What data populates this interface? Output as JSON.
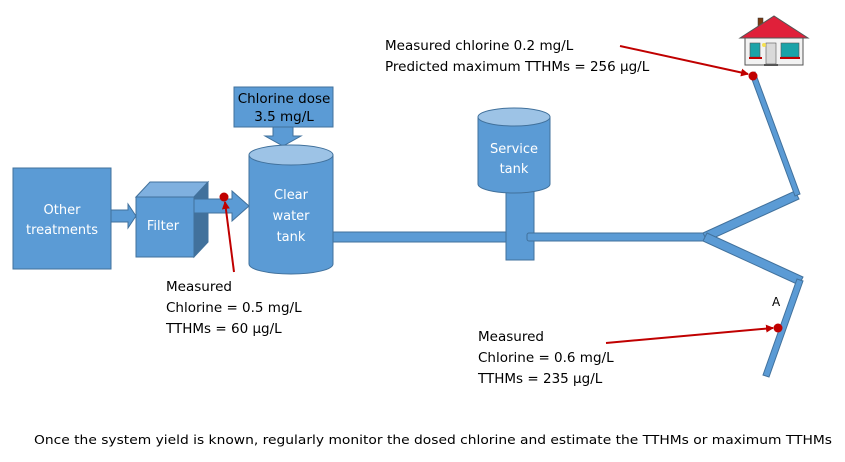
{
  "colors": {
    "shape_fill": "#5b9bd5",
    "shape_stroke": "#41719c",
    "shape_top": "#9dc3e6",
    "pointer": "#c00000",
    "text": "#000000",
    "label_text": "#ffffff",
    "roof": "#e0203a"
  },
  "components": {
    "other_treatments": [
      "Other",
      "treatments"
    ],
    "filter": "Filter",
    "chlorine_dose": [
      "Chlorine dose",
      "3.5 mg/L"
    ],
    "clear_water_tank": [
      "Clear",
      "water",
      "tank"
    ],
    "service_tank": [
      "Service",
      "tank"
    ],
    "point_a_label": "A"
  },
  "annotations": {
    "after_filter": {
      "title": "Measured",
      "chlorine": "Chlorine = 0.5 mg/L",
      "tthms": "TTHMs = 60 µg/L"
    },
    "house": {
      "chlorine": "Measured chlorine 0.2 mg/L",
      "tthms": "Predicted maximum TTHMs = 256 µg/L"
    },
    "point_a": {
      "title": "Measured",
      "chlorine": "Chlorine = 0.6 mg/L",
      "tthms": "TTHMs = 235 µg/L"
    }
  },
  "caption": "Once the system yield is known, regularly monitor the dosed chlorine and estimate the TTHMs or maximum TTHMs"
}
